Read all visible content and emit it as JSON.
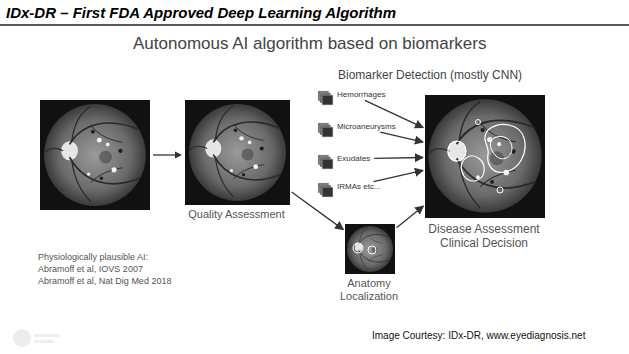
{
  "diagram": {
    "title": "IDx-DR – First FDA Approved Deep Learning Algorithm",
    "nodes": [
      {
        "text": [
          "Quality Assessment"
        ]
      },
      {
        "text": [
          "Hemorrhages"
        ]
      },
      {
        "text": [
          "Microaneurysms"
        ]
      },
      {
        "text": [
          "Exudates"
        ]
      },
      {
        "text": [
          "IRMAs etc..."
        ]
      },
      {
        "text": [
          "Anatomy Localization"
        ]
      },
      {
        "text": [
          "Disease Assessment Clinical Decision"
        ]
      }
    ],
    "edges": [
      {
        "from": 0,
        "to": 5,
        "arrow": "to"
      },
      {
        "from": 1,
        "to": 6,
        "arrow": "to"
      },
      {
        "from": 2,
        "to": 6,
        "arrow": "to"
      },
      {
        "from": 3,
        "to": 6,
        "arrow": "to"
      },
      {
        "from": 4,
        "to": 6,
        "arrow": "to"
      },
      {
        "from": 5,
        "to": 6,
        "arrow": "to"
      }
    ],
    "labels": [
      "Autonomous AI algorithm based on biomarkers",
      "Biomarker Detection (mostly CNN)",
      "Physiologically plausible AI:",
      "Abramoff et al, IOVS 2007",
      "Abramoff et al, Nat Dig Med 2018",
      "Image Courtesy: IDx-DR, www.eyediagnosis.net"
    ]
  }
}
